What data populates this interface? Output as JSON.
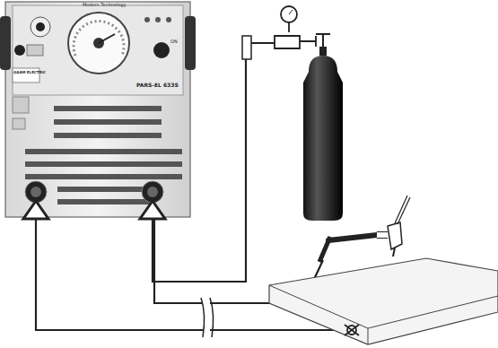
{
  "diagram": {
    "labels": [
      "Modern Technology",
      "GAAM ELECTRIC",
      "PARS-EL 633S",
      "ON"
    ]
  }
}
